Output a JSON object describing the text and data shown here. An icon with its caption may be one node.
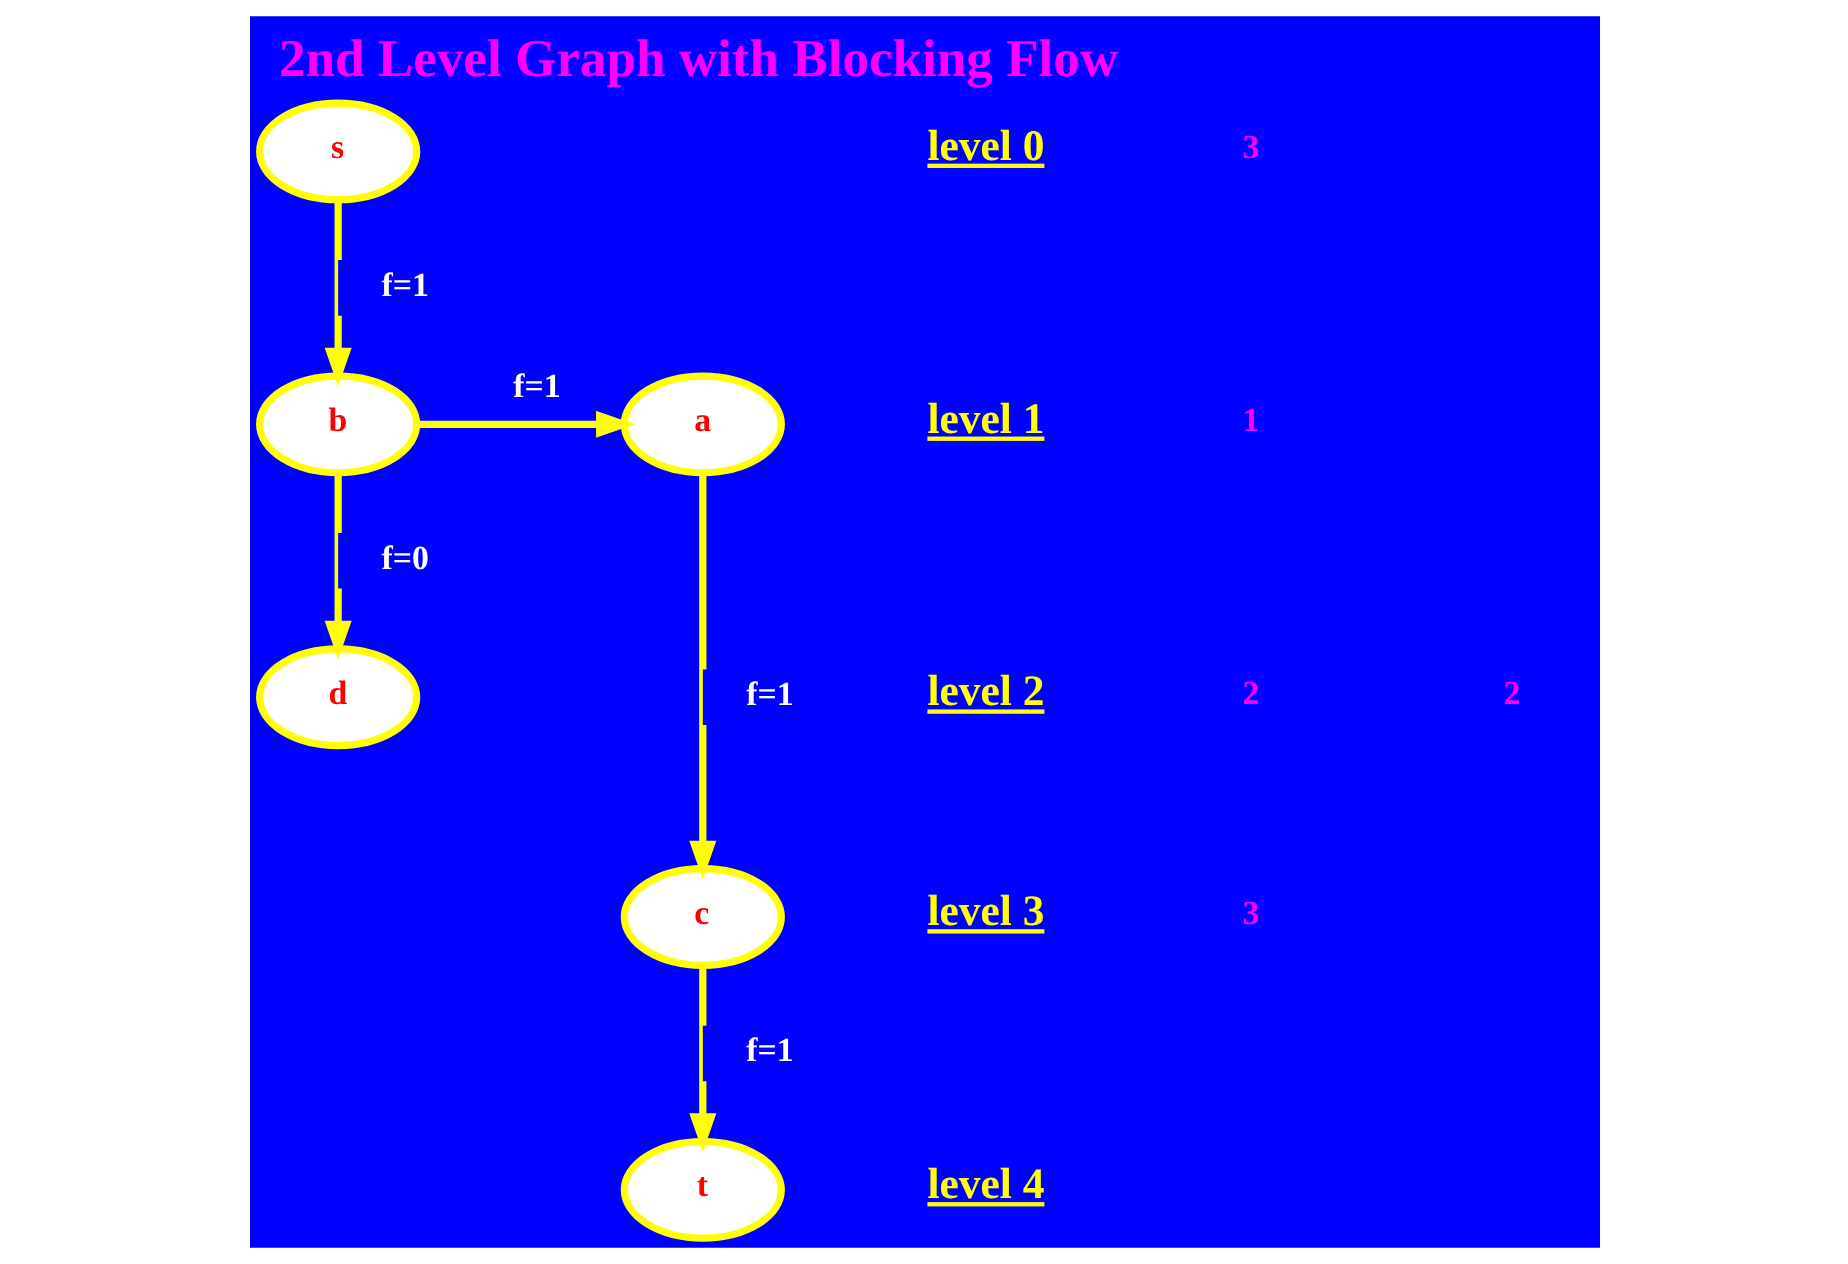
{
  "diagram": {
    "title": "2nd Level Graph with Blocking Flow",
    "nodes": [
      {
        "text": [
          "s"
        ]
      },
      {
        "text": [
          "a"
        ]
      },
      {
        "text": [
          "b"
        ]
      },
      {
        "text": [
          "d"
        ]
      },
      {
        "text": [
          "c"
        ]
      },
      {
        "text": [
          "t"
        ]
      }
    ],
    "edges": [
      {
        "from": 0,
        "to": 2,
        "arrow": "to",
        "label": "f=1"
      },
      {
        "from": 2,
        "to": 1,
        "arrow": "to",
        "label": "f=1"
      },
      {
        "from": 2,
        "to": 3,
        "arrow": "to",
        "label": "f=0"
      },
      {
        "from": 1,
        "to": 4,
        "arrow": "to",
        "label": "f=1"
      },
      {
        "from": 4,
        "to": 5,
        "arrow": "to",
        "label": "f=1"
      }
    ],
    "labels": [
      "level 0",
      "3",
      "1",
      "level 1",
      "2",
      "2",
      "level 2",
      "level 3",
      "3",
      "level 4"
    ]
  }
}
